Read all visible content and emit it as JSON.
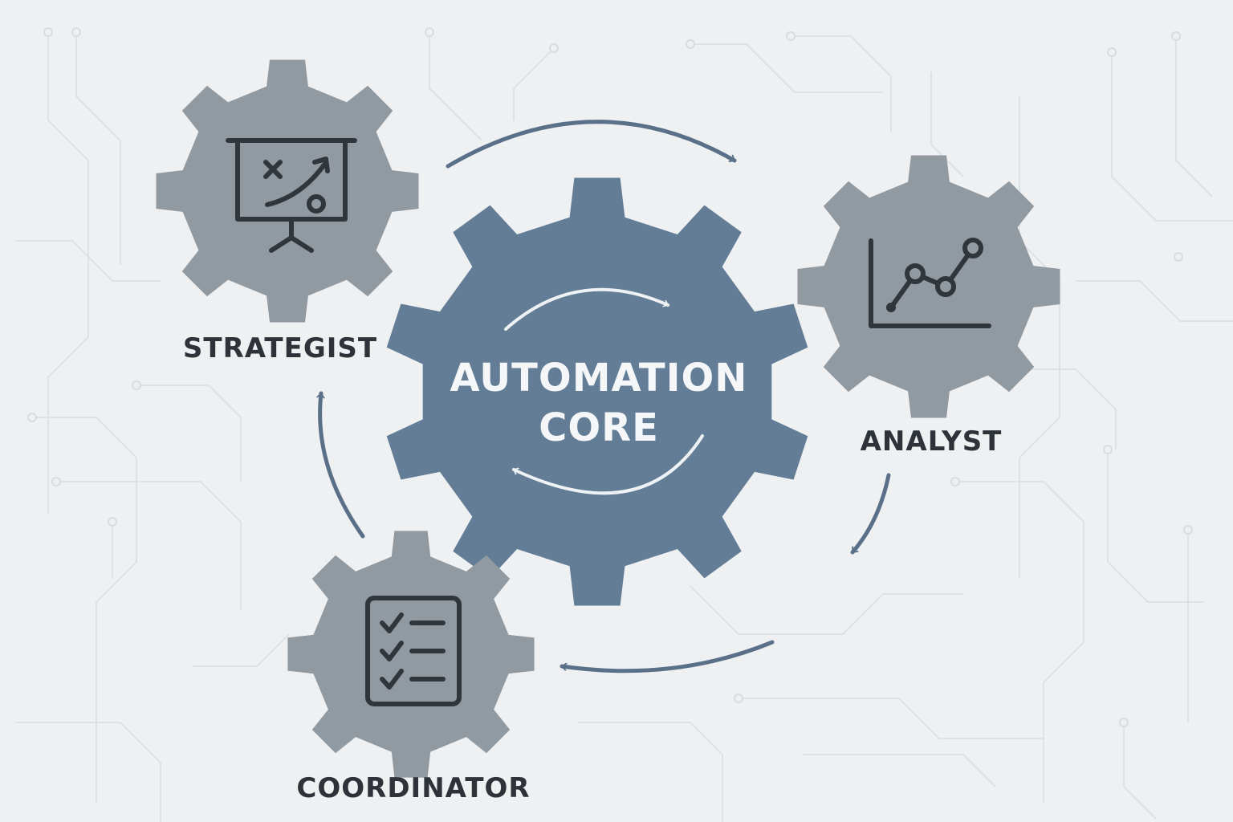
{
  "colors": {
    "background": "#eef0f2",
    "core_gear": "#627d95",
    "role_gear": "#9199a1",
    "arrow": "#5a7088",
    "text": "#2d3338"
  },
  "core": {
    "line1": "AUTOMATION",
    "line2": "CORE"
  },
  "roles": {
    "strategist": {
      "label": "STRATEGIST",
      "icon": "strategy-board-icon"
    },
    "analyst": {
      "label": "ANALYST",
      "icon": "line-chart-icon"
    },
    "coordinator": {
      "label": "COORDINATOR",
      "icon": "checklist-icon"
    }
  }
}
